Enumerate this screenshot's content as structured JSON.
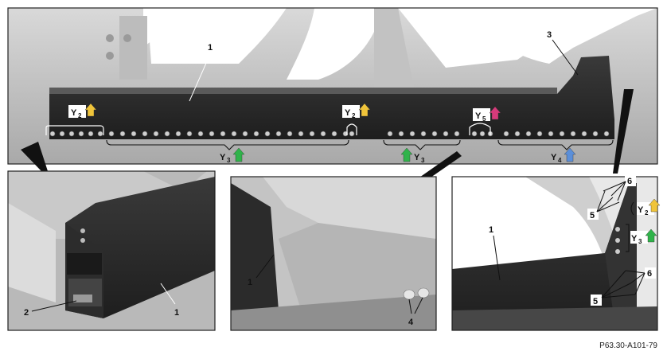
{
  "figure_ref": "P63.30-A101-79",
  "callouts": {
    "main_1": "1",
    "main_3": "3",
    "left_1": "1",
    "left_2": "2",
    "mid_1": "1",
    "mid_4": "4",
    "right_1": "1",
    "right_6a": "6",
    "right_5a": "5",
    "right_6b": "6",
    "right_5b": "5"
  },
  "dir_labels": {
    "y2_left": {
      "main": "Y",
      "sub": "2"
    },
    "y2_mid": {
      "main": "Y",
      "sub": "2"
    },
    "y5": {
      "main": "Y",
      "sub": "5"
    },
    "y3_left": {
      "main": "Y",
      "sub": "3"
    },
    "y3_mid": {
      "main": "Y",
      "sub": "3"
    },
    "y4": {
      "main": "Y",
      "sub": "4"
    },
    "y2_right": {
      "main": "Y",
      "sub": "2"
    },
    "y3_right": {
      "main": "Y",
      "sub": "3"
    }
  },
  "arrow_colors": {
    "Y2": "#f0c43a",
    "Y3": "#2fb34a",
    "Y4": "#5b8fd9",
    "Y5": "#d63a7a"
  }
}
